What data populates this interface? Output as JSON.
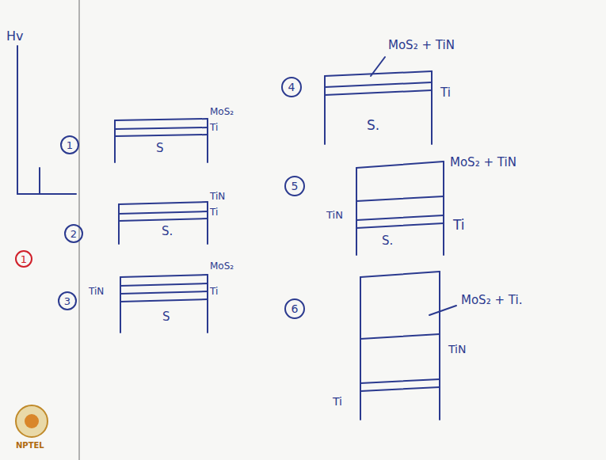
{
  "diagram": {
    "labels": [
      "Hv",
      "1",
      "1",
      "MoS₂",
      "Ti",
      "S",
      "2",
      "TiN",
      "Ti",
      "S.",
      "3",
      "MoS₂",
      "TiN",
      "Ti",
      "S",
      "4",
      "MoS₂ + TiN",
      "Ti",
      "S.",
      "5",
      "MoS₂ + TiN",
      "TiN",
      "Ti",
      "S.",
      "6",
      "MoS₂ + Ti.",
      "TiN",
      "Ti",
      "NPTEL"
    ]
  }
}
